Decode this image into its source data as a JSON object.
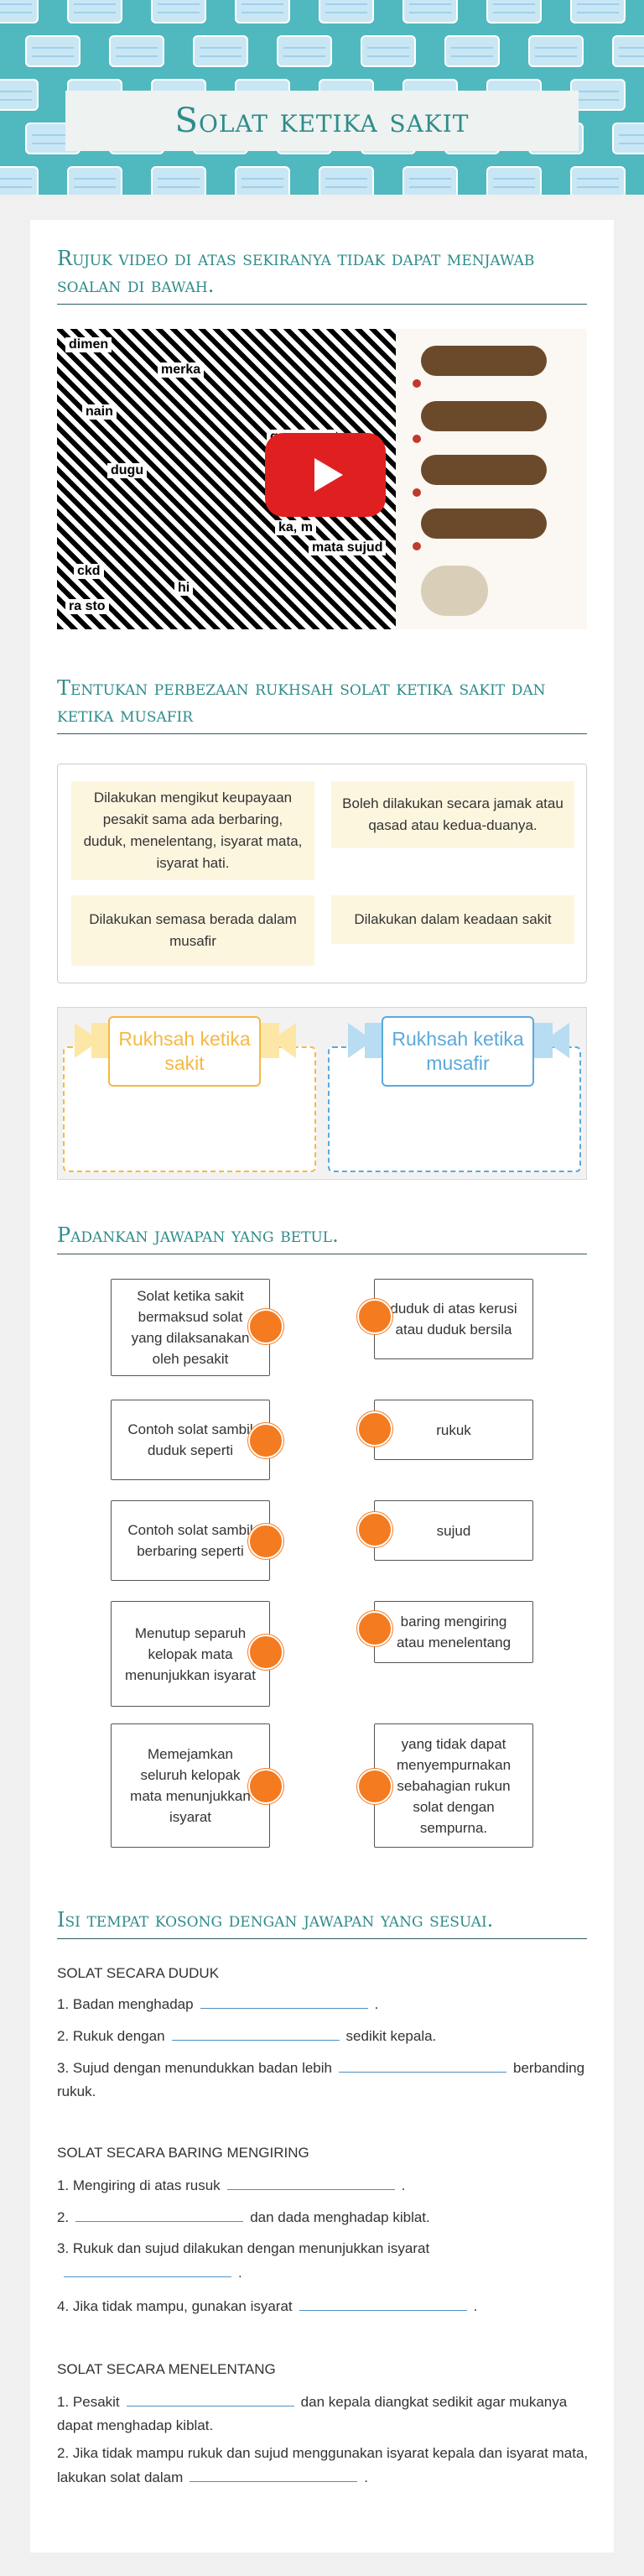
{
  "page": {
    "title": "Solat ketika sakit"
  },
  "section1": {
    "title": "Rujuk video di atas sekiranya tidak dapat menjawab soalan di bawah."
  },
  "video": {
    "overlay_text": [
      "dimen",
      "merka",
      "nain",
      "gaan cara",
      "dugu",
      "ka, m",
      "mata sujud",
      "ckd",
      "hi",
      "ra sto"
    ]
  },
  "section2": {
    "title": "Tentukan perbezaan rukhsah solat ketika sakit dan ketika musafir",
    "chips": [
      "Dilakukan mengikut keupayaan pesakit sama ada berbaring, duduk, menelentang, isyarat mata, isyarat hati.",
      "Boleh dilakukan secara jamak atau qasad atau kedua-duanya.",
      "Dilakukan semasa berada dalam musafir",
      "Dilakukan dalam keadaan sakit"
    ],
    "bins": [
      {
        "label": "Rukhsah ketika sakit"
      },
      {
        "label": "Rukhsah ketika musafir"
      }
    ]
  },
  "section3": {
    "title": "Padankan jawapan yang betul.",
    "left": [
      "Solat ketika sakit bermaksud solat yang dilaksanakan oleh pesakit",
      "Contoh solat sambil duduk seperti",
      "Contoh solat sambil berbaring seperti",
      "Menutup separuh kelopak mata menunjukkan isyarat",
      "Memejamkan seluruh kelopak mata menunjukkan isyarat"
    ],
    "right": [
      "duduk di atas kerusi atau duduk bersila",
      "rukuk",
      "sujud",
      "baring mengiring atau menelentang",
      "yang tidak dapat menyempurnakan sebahagian rukun solat dengan sempurna."
    ]
  },
  "section4": {
    "title": "Isi tempat kosong dengan jawapan yang sesuai.",
    "groups": [
      {
        "heading": "SOLAT SECARA DUDUK",
        "items": [
          {
            "before": "1. Badan menghadap",
            "after": "."
          },
          {
            "before": "2. Rukuk dengan",
            "after": "sedikit kepala."
          },
          {
            "before": "3. Sujud dengan menundukkan badan lebih",
            "after": "berbanding rukuk."
          }
        ]
      },
      {
        "heading": "SOLAT SECARA BARING MENGIRING",
        "items": [
          {
            "before": "1. Mengiring di atas rusuk",
            "after": "."
          },
          {
            "before": "2.",
            "after": "dan dada menghadap kiblat."
          },
          {
            "before": "3. Rukuk dan sujud dilakukan dengan menunjukkan isyarat",
            "after": "."
          },
          {
            "before": "4. Jika tidak mampu, gunakan isyarat",
            "after": "."
          }
        ]
      },
      {
        "heading": "SOLAT SECARA MENELENTANG",
        "items": [
          {
            "before": "1. Pesakit",
            "after": "dan kepala diangkat sedikit agar mukanya dapat menghadap kiblat."
          },
          {
            "before": "2. Jika tidak mampu rukuk dan sujud menggunakan isyarat kepala dan isyarat mata, lakukan solat dalam",
            "after": "."
          }
        ]
      }
    ]
  },
  "colors": {
    "header_bg": "#4fb9bf",
    "accent": "#2e8c8a",
    "chip_bg": "#fdf6df",
    "bin1": "#f5b942",
    "bin2": "#5aa9dd",
    "dot": "#f47b20"
  }
}
